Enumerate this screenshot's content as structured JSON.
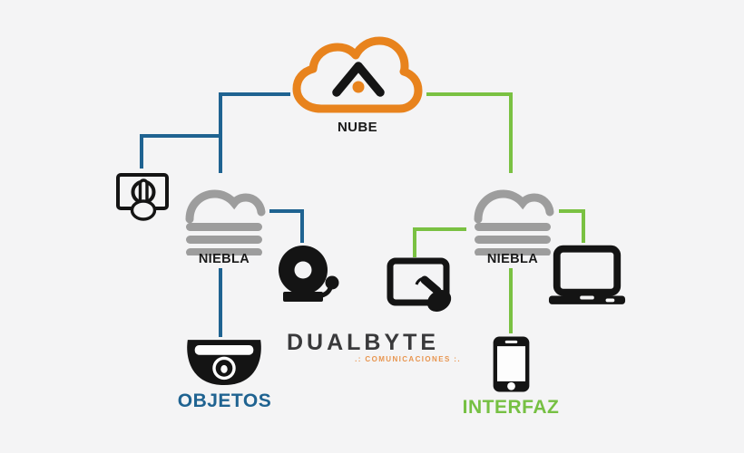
{
  "diagram": {
    "nodes": {
      "nube": {
        "label": "NUBE",
        "icon": "orange-cloud-with-chevron-logo"
      },
      "niebla_left": {
        "label": "NIEBLA",
        "icon": "gray-fog-cloud"
      },
      "niebla_right": {
        "label": "NIEBLA",
        "icon": "gray-fog-cloud"
      },
      "objetos": {
        "label": "OBJETOS",
        "icon": "dome-security-camera"
      },
      "interfaz": {
        "label": "INTERFAZ",
        "icon": "smartphone"
      }
    },
    "peripheral_icons": [
      "touchscreen-button-icon",
      "alarm-bell-icon",
      "tablet-touch-icon",
      "laptop-icon"
    ],
    "brand": {
      "name": "DUALBYTE",
      "tagline": ".: COMUNICACIONES :."
    },
    "colors": {
      "background": "#f4f4f5",
      "cloud_orange": "#e8831d",
      "fog_gray": "#9d9d9d",
      "line_blue": "#1f6391",
      "line_green": "#7ac142",
      "icon_black": "#141414",
      "objetos_text": "#1f6391",
      "interfaz_text": "#76c043",
      "brand_dark": "#39393b",
      "brand_orange": "#e8954f"
    }
  }
}
